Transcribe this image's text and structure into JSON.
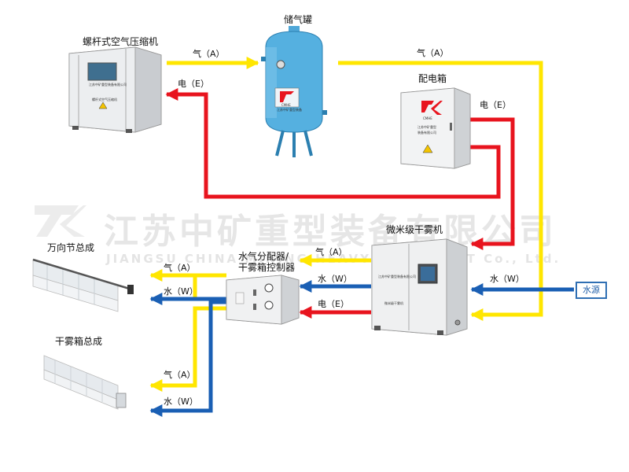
{
  "watermark": {
    "company_cn": "江苏中矿重型装备有限公司",
    "company_en": "JIANGSU CHINA MINING HEAVY EQUIPMENT Co., Ltd."
  },
  "components": {
    "compressor": "螺杆式空气压缩机",
    "tank": "储气罐",
    "power_box": "配电箱",
    "fog_machine": "微米级干雾机",
    "distributor_line1": "水气分配器/",
    "distributor_line2": "干雾箱控制器",
    "universal_joint": "万向节总成",
    "fog_box": "干雾箱总成",
    "water_source": "水源"
  },
  "device_text": {
    "compressor_company": "江苏中矿重型装备有限公司",
    "compressor_name": "螺杆式空气压缩机",
    "tank_brand": "CMHE",
    "tank_company": "江苏中矿重型装备",
    "power_brand": "CMHE",
    "power_company_1": "江苏中矿重型",
    "power_company_2": "装备有限公司",
    "fog_company": "江苏中矿重型装备有限公司",
    "fog_name": "微米级干雾机"
  },
  "flows": {
    "air": "气（A）",
    "electric": "电（E）",
    "water": "水（W）"
  },
  "colors": {
    "air": "#ffe600",
    "electric": "#e8141e",
    "water": "#1a5fb4"
  }
}
